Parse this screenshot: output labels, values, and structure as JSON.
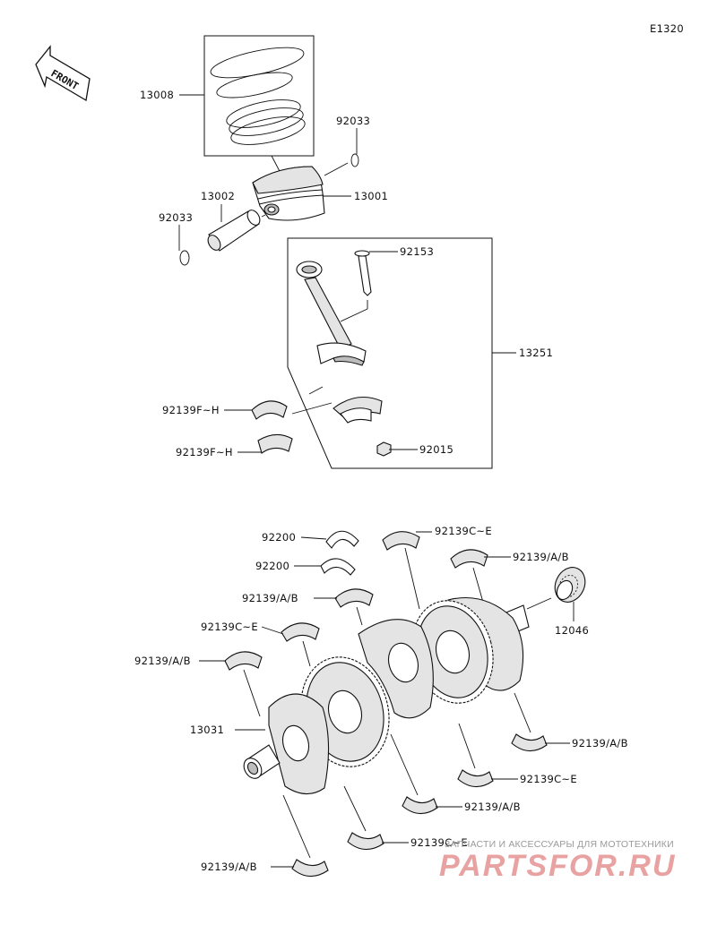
{
  "diagram_code": "E1320",
  "front_label": "FRONT",
  "labels": {
    "piston_ring_set": "13008",
    "circlip_upper": "92033",
    "piston_pin": "13002",
    "piston": "13001",
    "circlip_lower": "92033",
    "rod_bolt": "92153",
    "connecting_rod": "13251",
    "rod_bearing_upper": "92139F~H",
    "rod_bearing_lower": "92139F~H",
    "rod_nut": "92015",
    "thrust_washer_1": "92200",
    "thrust_washer_2": "92200",
    "main_bearing_1": "92139C~E",
    "main_bearing_2": "92139/A/B",
    "main_bearing_3": "92139/A/B",
    "main_bearing_4": "92139C~E",
    "main_bearing_5": "92139/A/B",
    "needle_bearing": "12046",
    "crankshaft": "13031",
    "main_bearing_6": "92139/A/B",
    "main_bearing_7": "92139C~E",
    "main_bearing_8": "92139/A/B",
    "main_bearing_9": "92139C~E",
    "main_bearing_10": "92139/A/B"
  },
  "watermark": {
    "tagline": "ЗАПЧАСТИ И АКСЕССУАРЫ ДЛЯ МОТОТЕХНИКИ",
    "logo": "PARTSFOR.RU"
  },
  "colors": {
    "line": "#111111",
    "watermark_logo": "#e9a2a2",
    "watermark_text": "#9a9a9a"
  }
}
